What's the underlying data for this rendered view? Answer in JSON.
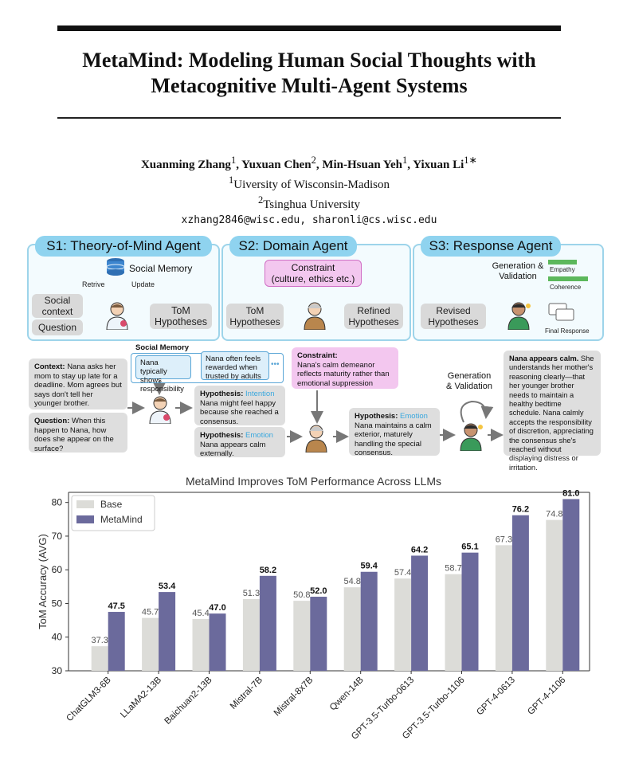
{
  "paper": {
    "title_line1": "MetaMind: Modeling Human Social Thoughts with",
    "title_line2": "Metacognitive Multi-Agent Systems",
    "authors": [
      {
        "name": "Xuanming Zhang",
        "sup": "1"
      },
      {
        "name": "Yuxuan Chen",
        "sup": "2"
      },
      {
        "name": "Min-Hsuan Yeh",
        "sup": "1"
      },
      {
        "name": "Yixuan Li",
        "sup": "1∗"
      }
    ],
    "affiliation1_sup": "1",
    "affiliation1": "Uiversity of Wisconsin-Madison",
    "affiliation2_sup": "2",
    "affiliation2": "Tsinghua University",
    "emails": "xzhang2846@wisc.edu, sharonli@cs.wisc.edu"
  },
  "figure": {
    "s1": {
      "title": "S1: Theory-of-Mind Agent",
      "social_memory": "Social Memory",
      "retrive": "Retrive",
      "update": "Update",
      "social_context": "Social\ncontext",
      "question": "Question",
      "tom_hypotheses": "ToM\nHypotheses"
    },
    "s2": {
      "title": "S2: Domain Agent",
      "constraint": "Constraint\n(culture, ethics etc.)",
      "tom_hypotheses": "ToM\nHypotheses",
      "refined": "Refined\nHypotheses"
    },
    "s3": {
      "title": "S3: Response Agent",
      "gen_val": "Generation &\nValidation",
      "empathy": "Empathy",
      "coherence": "Coherence",
      "revised": "Revised\nHypotheses",
      "final_response": "Final Response"
    },
    "example": {
      "context_label": "Context",
      "context_text": "Nana asks her mom to stay up late for a deadline. Mom agrees but says don't tell her younger brother.",
      "question_label": "Question",
      "question_text": "When this happen to Nana, how does she appear on the surface?",
      "social_memory_label": "Social Memory",
      "mem1": "Nana typically shows responsibility",
      "mem2": "Nana often feels rewarded when trusted by adults",
      "mem_dots": "•••",
      "hyp1_label": "Hypothesis",
      "hyp1_type": "Intention",
      "hyp1_text": "Nana might feel happy because she reached a consensus.",
      "hyp2_label": "Hypothesis",
      "hyp2_type": "Emotion",
      "hyp2_text": "Nana appears calm externally.",
      "constraint_label": "Constraint",
      "constraint_text": "Nana's calm demeanor reflects maturity rather than emotional suppression",
      "hyp3_label": "Hypothesis",
      "hyp3_type": "Emotion",
      "hyp3_text": "Nana maintains a calm exterior, maturely handling the special consensus.",
      "gen_val": "Generation\n& Validation",
      "answer_bold": "Nana appears calm.",
      "answer_text": " She understands her mother's reasoning clearly—that her younger brother needs to maintain a healthy bedtime schedule. Nana calmly accepts the responsibility of discretion, appreciating the consensus she's reached without displaying distress or irritation."
    }
  },
  "chart_data": {
    "type": "bar",
    "title": "MetaMind Improves ToM Performance Across LLMs",
    "xlabel": "",
    "ylabel": "ToM Accuracy (AVG)",
    "ylim": [
      30,
      83
    ],
    "yticks": [
      30,
      40,
      50,
      60,
      70,
      80
    ],
    "grid": false,
    "legend_position": "top-left",
    "categories": [
      "ChatGLM3-6B",
      "LLaMA2-13B",
      "Baichuan2-13B",
      "Mistral-7B",
      "Mistral-8x7B",
      "Qwen-14B",
      "GPT-3.5-Turbo-0613",
      "GPT-3.5-Turbo-1106",
      "GPT-4-0613",
      "GPT-4-1106"
    ],
    "series": [
      {
        "name": "Base",
        "color": "#dcdcd8",
        "values": [
          37.3,
          45.7,
          45.4,
          51.3,
          50.8,
          54.8,
          57.4,
          58.7,
          67.3,
          74.8
        ]
      },
      {
        "name": "MetaMind",
        "color": "#6b6a9c",
        "values": [
          47.5,
          53.4,
          47.0,
          58.2,
          52.0,
          59.4,
          64.2,
          65.1,
          76.2,
          81.0
        ]
      }
    ]
  }
}
